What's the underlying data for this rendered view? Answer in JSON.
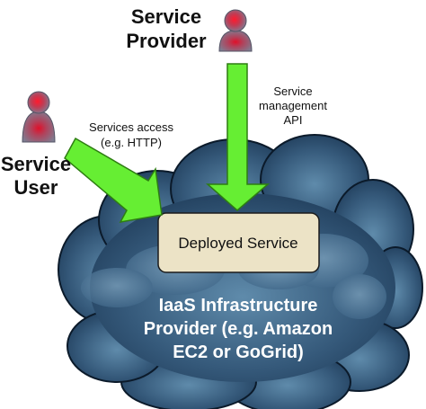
{
  "actors": {
    "provider": {
      "line1": "Service",
      "line2": "Provider",
      "icon": "person-icon"
    },
    "user": {
      "line1": "Service",
      "line2": "User",
      "icon": "person-icon"
    }
  },
  "links": {
    "access": {
      "line1": "Services access",
      "line2": "(e.g. HTTP)"
    },
    "management": {
      "line1": "Service",
      "line2": "management",
      "line3": "API"
    }
  },
  "deployed_service": "Deployed Service",
  "infrastructure": {
    "line1": "IaaS Infrastructure",
    "line2": "Provider (e.g. Amazon",
    "line3": "EC2 or GoGrid)"
  },
  "colors": {
    "arrow_fill": "#66ee33",
    "arrow_stroke": "#2e7d12",
    "person_body": "#8a8a9e",
    "person_core": "#e0102a",
    "cloud_dark": "#1c3a5a",
    "cloud_mid": "#4f7b98",
    "box_fill": "#ece3c6"
  }
}
